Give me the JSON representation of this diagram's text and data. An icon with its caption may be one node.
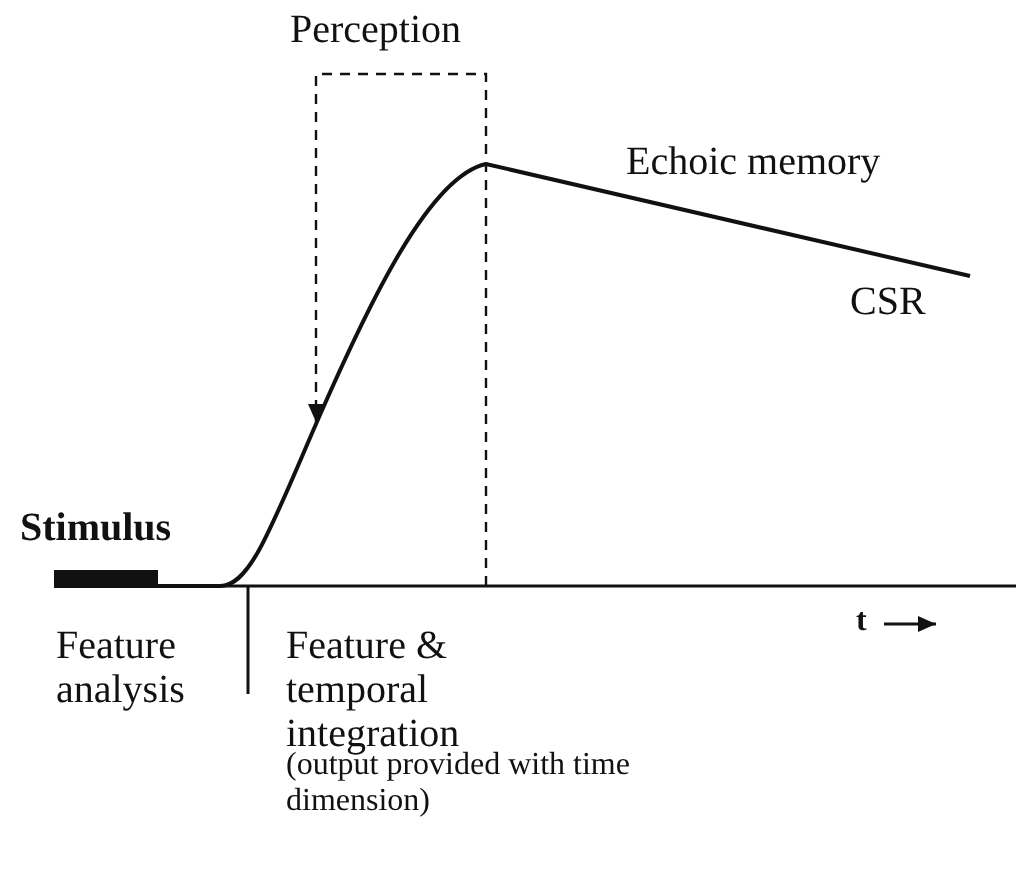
{
  "diagram": {
    "labels": [
      "Perception",
      "Echoic memory",
      "CSR",
      "Stimulus",
      "Feature analysis",
      "Feature & temporal integration",
      "(output provided with time dimension)",
      "t"
    ]
  }
}
